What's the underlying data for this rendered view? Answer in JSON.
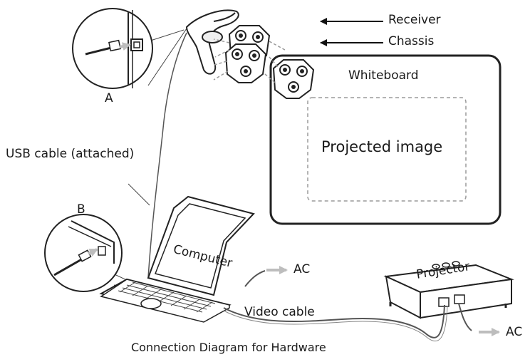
{
  "labels": {
    "receiver": "Receiver",
    "chassis": "Chassis",
    "whiteboard": "Whiteboard",
    "projected_image": "Projected image",
    "usb_cable": "USB cable (attached)",
    "inset_a": "A",
    "inset_b": "B",
    "computer": "Computer",
    "ac_computer": "AC",
    "video_cable": "Video cable",
    "projector": "Projector",
    "ac_projector": "AC",
    "caption": "Connection Diagram for Hardware"
  }
}
